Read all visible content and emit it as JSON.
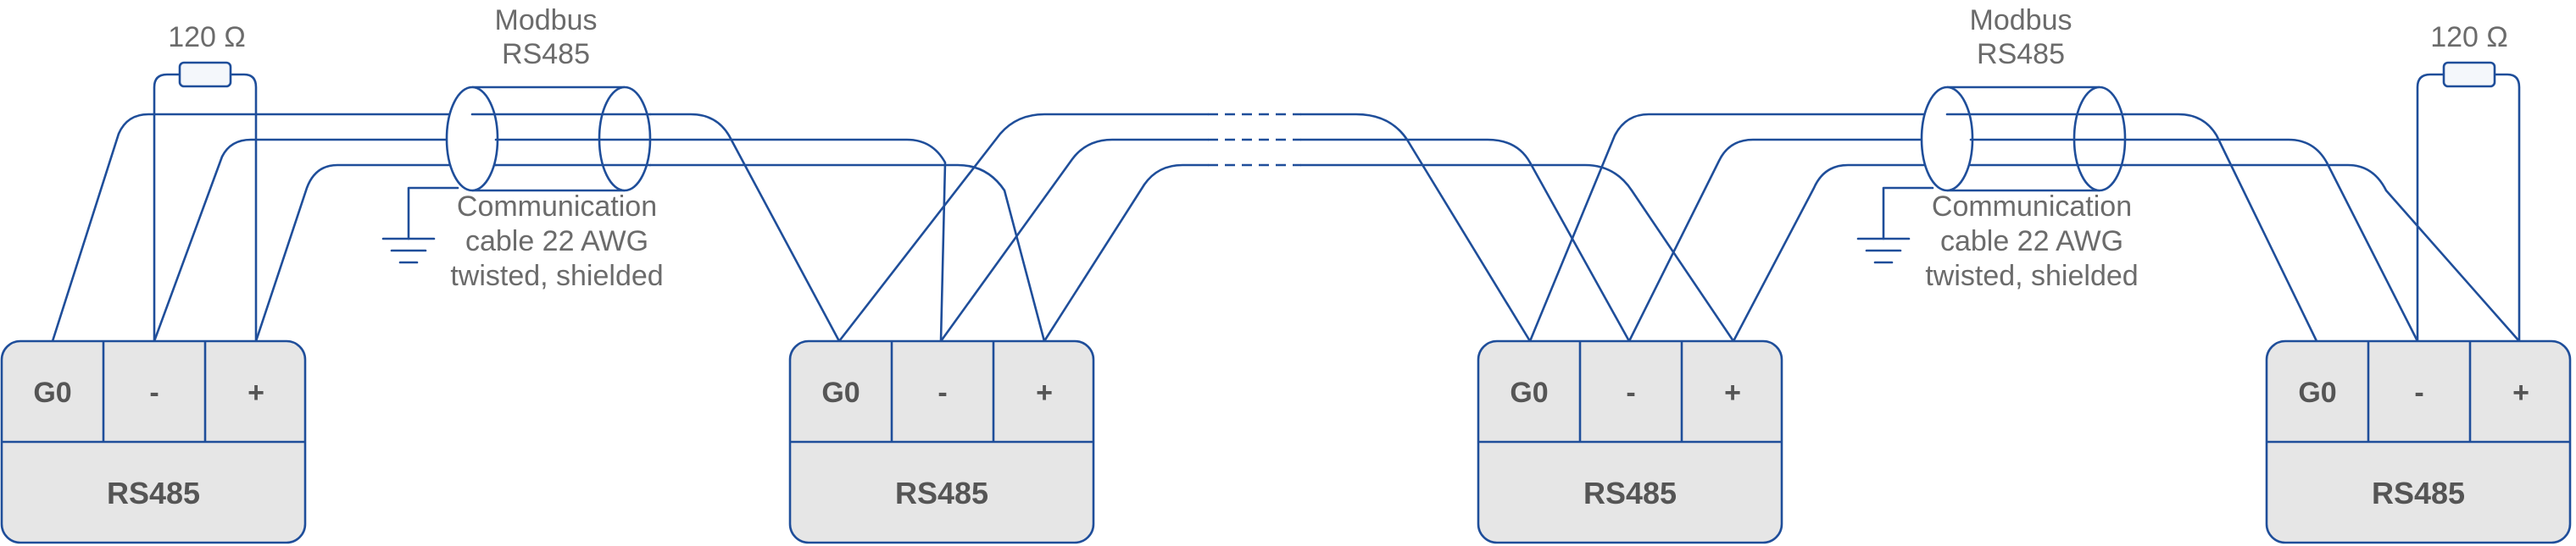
{
  "diagram": {
    "resistor_label": "120 Ω",
    "modbus_line1": "Modbus",
    "modbus_line2": "RS485",
    "cable_line1": "Communication",
    "cable_line2": "cable 22 AWG",
    "cable_line3": "twisted, shielded",
    "terminal_g0": "G0",
    "terminal_minus": "-",
    "terminal_plus": "+",
    "device_label": "RS485",
    "wire_color": "#1f4e9a",
    "box_fill": "#e6e6e6",
    "text_color": "#6b6b6b"
  }
}
